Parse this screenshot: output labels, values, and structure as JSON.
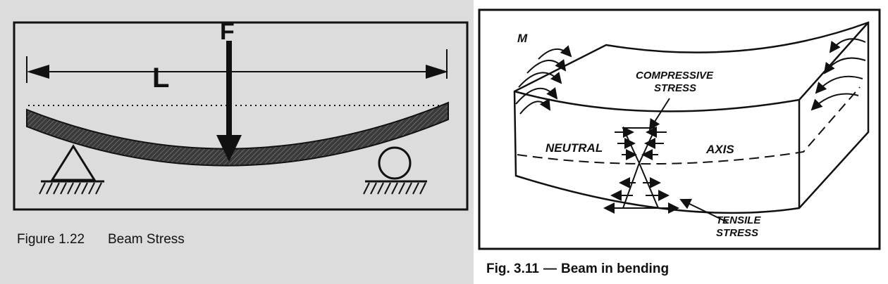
{
  "left_figure": {
    "caption_number": "Figure 1.22",
    "caption_title": "Beam Stress",
    "force_label": "F",
    "length_label": "L"
  },
  "right_figure": {
    "caption_number": "Fig. 3.11",
    "caption_dash": "—",
    "caption_title": "Beam in bending",
    "moment_label": "M",
    "compressive_label_line1": "COMPRESSIVE",
    "compressive_label_line2": "STRESS",
    "neutral_label": "NEUTRAL",
    "axis_label": "AXIS",
    "tensile_label_line1": "TENSILE",
    "tensile_label_line2": "STRESS"
  }
}
